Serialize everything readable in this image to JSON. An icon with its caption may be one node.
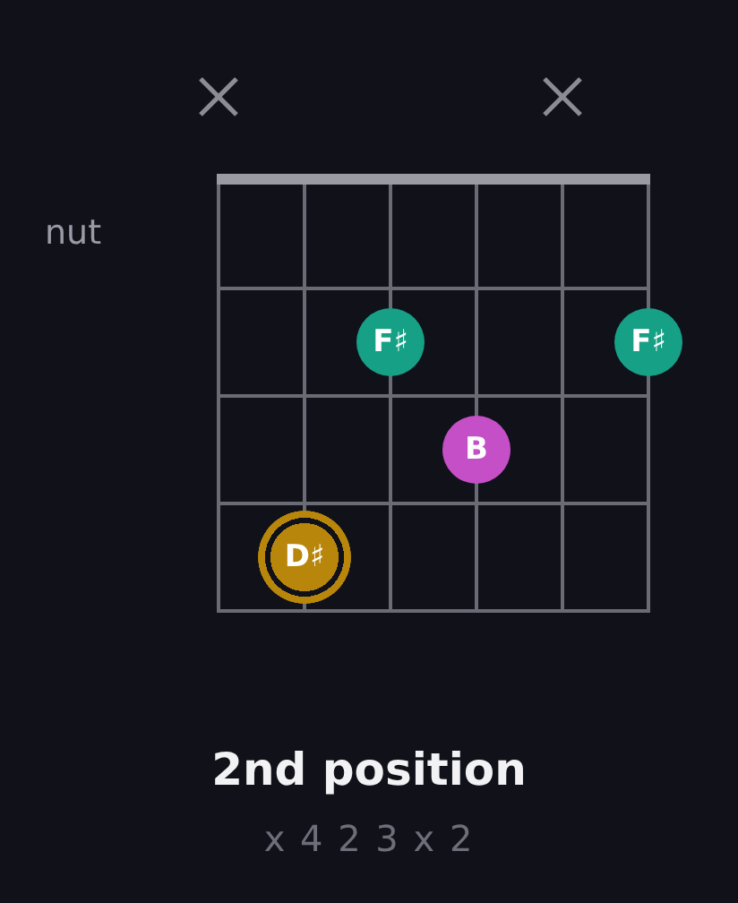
{
  "diagram": {
    "title": "2nd position",
    "nodes": [
      {
        "text": [
          "F♯"
        ]
      },
      {
        "text": [
          "F♯"
        ]
      },
      {
        "text": [
          "B"
        ]
      },
      {
        "text": [
          "D♯"
        ]
      }
    ],
    "labels": [
      "nut",
      "x 4 2 3 x 2"
    ]
  }
}
